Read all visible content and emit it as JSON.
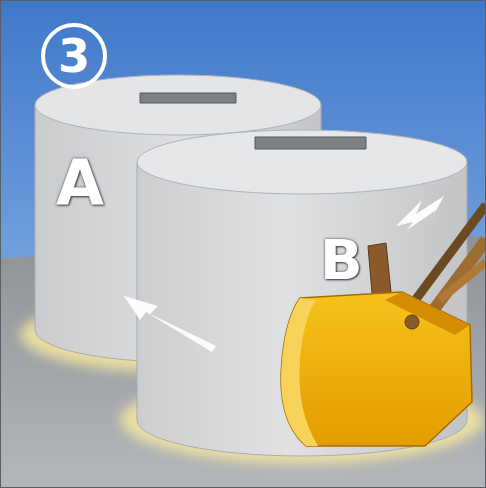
{
  "diagram": {
    "nodes": [
      {
        "text": [
          "3"
        ]
      }
    ],
    "labels": [
      "A",
      "B"
    ]
  }
}
